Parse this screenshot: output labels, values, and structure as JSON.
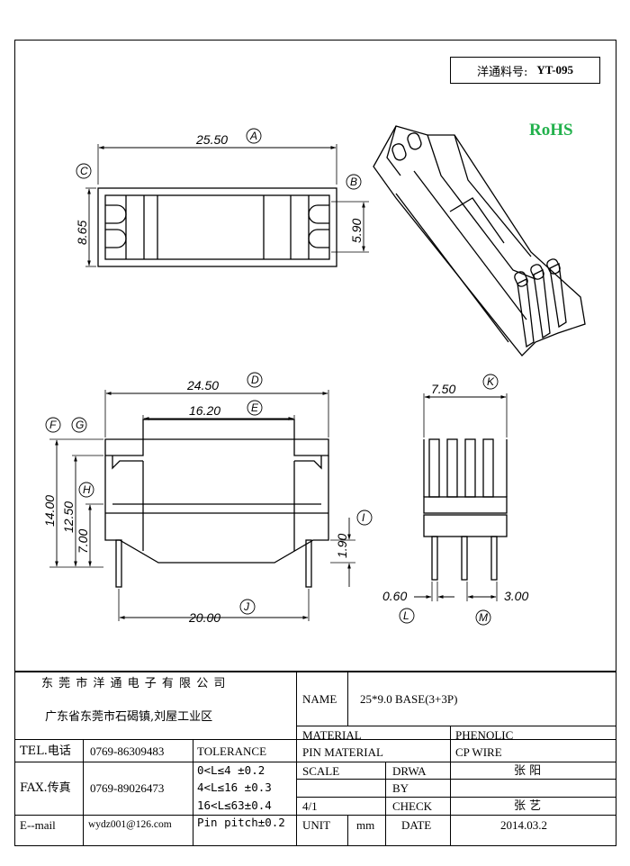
{
  "header": {
    "part_label": "洋通料号:",
    "part_value": "YT-095",
    "rohs": "RoHS"
  },
  "drawing": {
    "top_view": {
      "dim_A": "25.50",
      "label_A": "A",
      "dim_C": "8.65",
      "label_C": "C",
      "dim_B": "5.90",
      "label_B": "B"
    },
    "front_view": {
      "dim_D": "24.50",
      "label_D": "D",
      "dim_E": "16.20",
      "label_E": "E",
      "dim_F": "14.00",
      "label_F": "F",
      "dim_G": "12.50",
      "label_G": "G",
      "dim_H": "7.00",
      "label_H": "H",
      "dim_I": "1.90",
      "label_I": "I",
      "dim_J": "20.00",
      "label_J": "J"
    },
    "side_view": {
      "dim_K": "7.50",
      "label_K": "K",
      "dim_L": "0.60",
      "label_L": "L",
      "dim_M": "3.00",
      "label_M": "M"
    }
  },
  "title_block": {
    "company": "东 莞 市 洋 通 电 子 有 限 公 司",
    "address": "广东省东莞市石碣镇,刘屋工业区",
    "name_label": "NAME",
    "name_value": "25*9.0 BASE(3+3P)",
    "tel_label": "TEL.电话",
    "tel_value": "0769-86309483",
    "tolerance_label": "TOLERANCE",
    "fax_label": "FAX.传真",
    "fax_value": "0769-89026473",
    "email_label": "E--mail",
    "email_value": "wydz001@126.com",
    "tolerances": [
      "0<L≤4  ±0.2",
      "4<L≤16 ±0.3",
      "16<L≤63±0.4",
      "Pin pitch±0.2"
    ],
    "material_label": "MATERIAL",
    "material_value": "PHENOLIC",
    "pin_material_label": "PIN MATERIAL",
    "pin_material_value": "CP WIRE",
    "scale_label": "SCALE",
    "scale_value": "4/1",
    "drawn_label_1": "DRWA",
    "drawn_label_2": "BY",
    "drawn_value": "张 阳",
    "check_label": "CHECK",
    "check_value": "张 艺",
    "unit_label": "UNIT",
    "unit_value": "mm",
    "date_label": "DATE",
    "date_value": "2014.03.2"
  }
}
